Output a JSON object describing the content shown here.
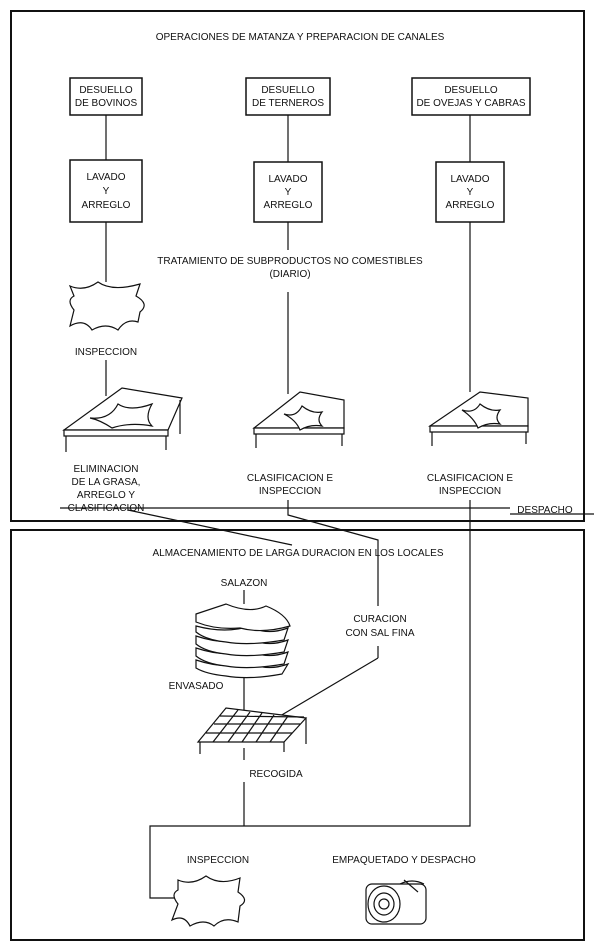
{
  "top_panel": {
    "title": "OPERACIONES DE MATANZA Y PREPARACION DE CANALES",
    "bovinos": {
      "flay": [
        "DESUELLO",
        "DE BOVINOS"
      ],
      "wash": [
        "LAVADO",
        "Y",
        "ARREGLO"
      ],
      "inspect": "INSPECCION",
      "trim": [
        "ELIMINACION",
        "DE LA GRASA,",
        "ARREGLO Y",
        "CLASIFICACION"
      ]
    },
    "terneros": {
      "flay": [
        "DESUELLO",
        "DE TERNEROS"
      ],
      "wash": [
        "LAVADO",
        "Y",
        "ARREGLO"
      ],
      "classify": [
        "CLASIFICACION E",
        "INSPECCION"
      ]
    },
    "ovejas": {
      "flay": [
        "DESUELLO",
        "DE OVEJAS Y CABRAS"
      ],
      "wash": [
        "LAVADO",
        "Y",
        "ARREGLO"
      ],
      "classify": [
        "CLASIFICACION E",
        "INSPECCION"
      ]
    },
    "byproducts": [
      "TRATAMIENTO DE SUBPRODUCTOS NO COMESTIBLES",
      "(DIARIO)"
    ],
    "dispatch": "DESPACHO"
  },
  "bottom_panel": {
    "title": "ALMACENAMIENTO DE LARGA DURACION EN LOS LOCALES",
    "salting": "SALAZON",
    "curing": [
      "CURACION",
      "CON SAL FINA"
    ],
    "packing": "ENVASADO",
    "collection": "RECOGIDA",
    "inspection": "INSPECCION",
    "packaging": "EMPAQUETADO Y DESPACHO"
  }
}
